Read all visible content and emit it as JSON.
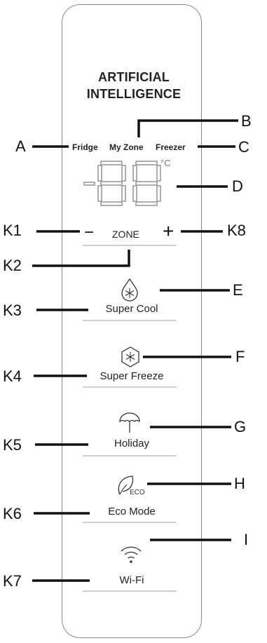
{
  "panel": {
    "title_line1": "ARTIFICIAL",
    "title_line2": "INTELLIGENCE",
    "zones": {
      "fridge": "Fridge",
      "my_zone": "My Zone",
      "freezer": "Freezer"
    },
    "display": {
      "digits": "-88",
      "unit": "°C"
    },
    "zone_control": {
      "minus": "−",
      "label": "ZONE",
      "plus": "+"
    },
    "buttons": [
      {
        "label": "Super Cool",
        "icon": "droplet-snowflake-icon"
      },
      {
        "label": "Super Freeze",
        "icon": "hexagon-snowflake-icon"
      },
      {
        "label": "Holiday",
        "icon": "umbrella-icon"
      },
      {
        "label": "Eco Mode",
        "icon": "eco-leaf-icon"
      },
      {
        "label": "Wi-Fi",
        "icon": "wifi-icon"
      }
    ]
  },
  "callouts": {
    "A": "A",
    "B": "B",
    "C": "C",
    "D": "D",
    "E": "E",
    "F": "F",
    "G": "G",
    "H": "H",
    "I": "I",
    "K1": "K1",
    "K2": "K2",
    "K3": "K3",
    "K4": "K4",
    "K5": "K5",
    "K6": "K6",
    "K7": "K7",
    "K8": "K8"
  }
}
